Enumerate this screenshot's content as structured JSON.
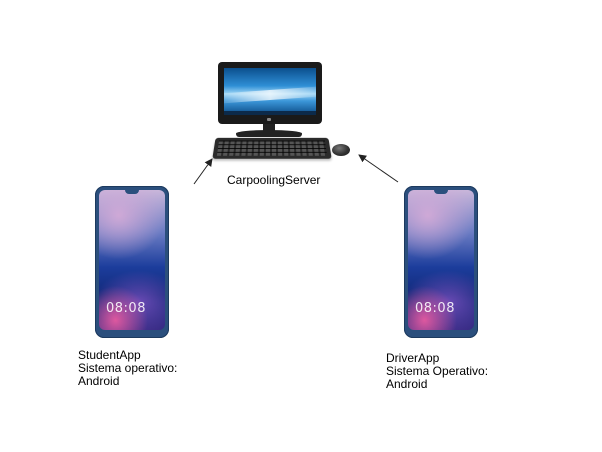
{
  "server": {
    "label": "CarpoolingServer"
  },
  "student_app": {
    "name": "StudentApp",
    "os_label": "Sistema operativo:",
    "os_value": "Android",
    "clock": "08:08"
  },
  "driver_app": {
    "name": "DriverApp",
    "os_label": "Sistema Operativo:",
    "os_value": "Android",
    "clock": "08:08"
  },
  "colors": {
    "background": "#ffffff",
    "arrow": "#222222",
    "phone_body": "#2b4f7d"
  }
}
